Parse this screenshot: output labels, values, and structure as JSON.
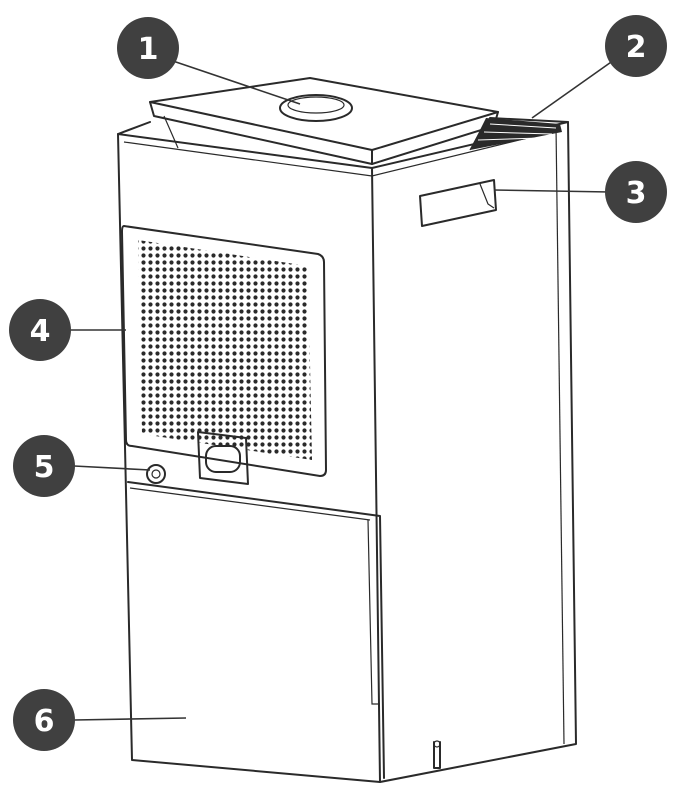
{
  "callouts": [
    {
      "label": "1",
      "part": "top-control-panel"
    },
    {
      "label": "2",
      "part": "air-outlet"
    },
    {
      "label": "3",
      "part": "side-handle"
    },
    {
      "label": "4",
      "part": "air-inlet-grille"
    },
    {
      "label": "5",
      "part": "drain-outlet"
    },
    {
      "label": "6",
      "part": "water-tank"
    }
  ],
  "colors": {
    "badge": "#404040",
    "line": "#2a2a2a",
    "background": "#ffffff"
  }
}
